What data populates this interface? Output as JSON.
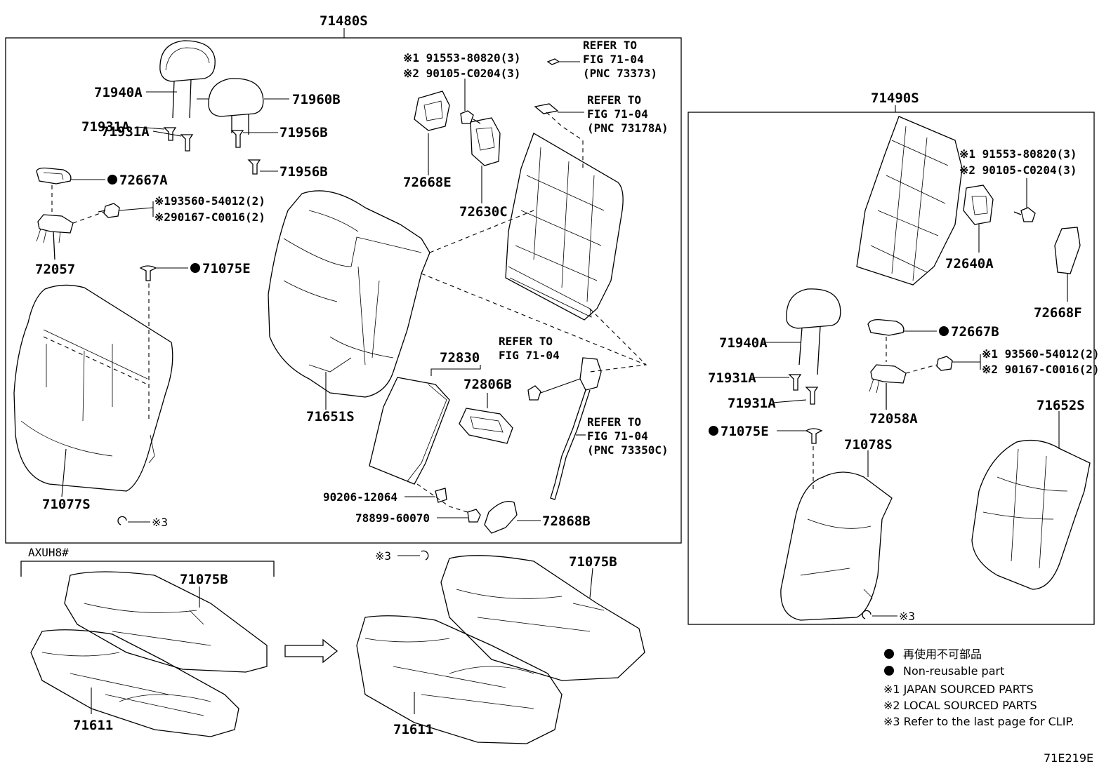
{
  "group_labels": {
    "left_group": "71480S",
    "right_group": "71490S",
    "model": "AXUH8#",
    "figure_code": "71E219E"
  },
  "parts_left": {
    "p71940A": "71940A",
    "p71960B": "71960B",
    "p71931A_1": "71931A",
    "p71931A_2": "71931A",
    "p71956B_1": "71956B",
    "p71956B_2": "71956B",
    "p72667A": "72667A",
    "p93560": "※193560-54012(2)",
    "p90167": "※290167-C0016(2)",
    "p72057": "72057",
    "p71075E": "71075E",
    "p71077S": "71077S",
    "clip_note": "※3",
    "p91553": "※1 91553-80820(3)",
    "p90105": "※2 90105-C0204(3)",
    "p72668E": "72668E",
    "p72630C": "72630C",
    "p71651S": "71651S",
    "p72830": "72830",
    "p72806B": "72806B",
    "p90206": "90206-12064",
    "p78899": "78899-60070",
    "p72868B": "72868B"
  },
  "refer_notes": {
    "r1": [
      "REFER TO",
      "FIG 71-04",
      "(PNC 73373)"
    ],
    "r2": [
      "REFER TO",
      "FIG 71-04",
      "(PNC 73178A)"
    ],
    "r3": [
      "REFER TO",
      "FIG 71-04"
    ],
    "r4": [
      "REFER TO",
      "FIG 71-04",
      "(PNC 73350C)"
    ]
  },
  "parts_right": {
    "p91553": "※1  91553-80820(3)",
    "p90105": "※2  90105-C0204(3)",
    "p72640A": "72640A",
    "p72668F": "72668F",
    "p71940A": "71940A",
    "p72667B": "72667B",
    "p93560": "※1 93560-54012(2)",
    "p90167": "※2 90167-C0016(2)",
    "p71931A_1": "71931A",
    "p71931A_2": "71931A",
    "p72058A": "72058A",
    "p71075E": "71075E",
    "p71078S": "71078S",
    "p71652S": "71652S",
    "clip_note": "※3"
  },
  "parts_bottom": {
    "p71075B_1": "71075B",
    "p71611_1": "71611",
    "clip_note": "※3",
    "p71075B_2": "71075B",
    "p71611_2": "71611"
  },
  "legend": {
    "l1": "再使用不可部品",
    "l2": "Non-reusable part",
    "l3": "※1 JAPAN SOURCED PARTS",
    "l4": "※2 LOCAL SOURCED PARTS",
    "l5": "※3 Refer to the last page for CLIP."
  }
}
